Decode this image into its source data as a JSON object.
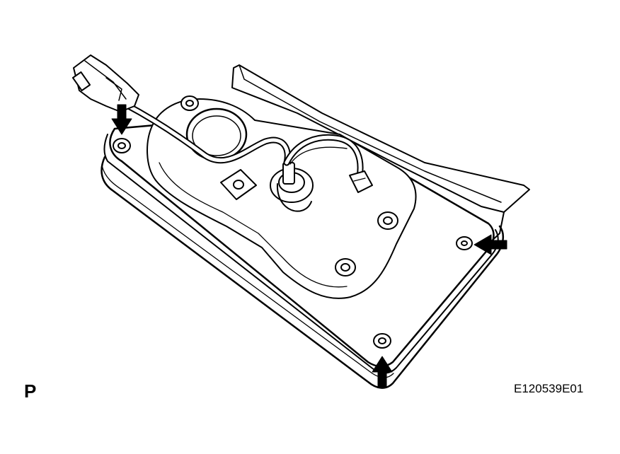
{
  "figure": {
    "panel_letter": "P",
    "figure_code": "E120539E01",
    "colors": {
      "line": "#000000",
      "background": "#ffffff"
    },
    "callouts": [
      {
        "name": "arrow-top-left-clip",
        "direction": "down"
      },
      {
        "name": "arrow-right-clip",
        "direction": "left"
      },
      {
        "name": "arrow-bottom-clip",
        "direction": "up"
      }
    ]
  }
}
